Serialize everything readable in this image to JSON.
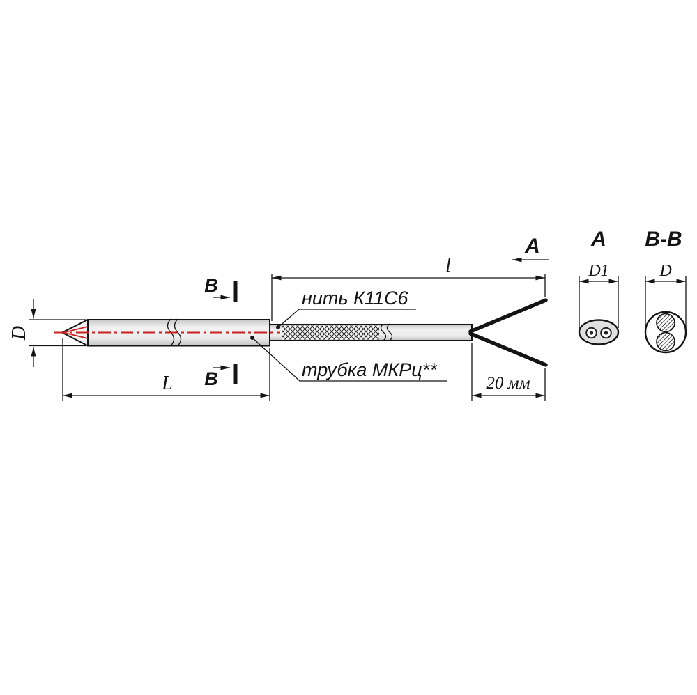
{
  "drawing": {
    "callouts": {
      "thread": "нить К11С6",
      "tube": "трубка МКРц**"
    },
    "dimensions": {
      "flex_length": "l",
      "probe_length": "L",
      "probe_diameter": "D",
      "wire_tail": "20 мм"
    },
    "view_markers": {
      "direction_arrow": "А",
      "section_cut_top": "В",
      "section_cut_bottom": "В"
    },
    "section_a": {
      "title": "А",
      "diameter_label": "D1"
    },
    "section_bb": {
      "title": "В-В",
      "diameter_label": "D"
    },
    "colors": {
      "line": "#141414",
      "centerline": "#c92121",
      "tube_fill_light": "#f2f2f2",
      "tube_fill_dark": "#c4c4c4",
      "section_a_fill": "#e0e0e0"
    }
  }
}
